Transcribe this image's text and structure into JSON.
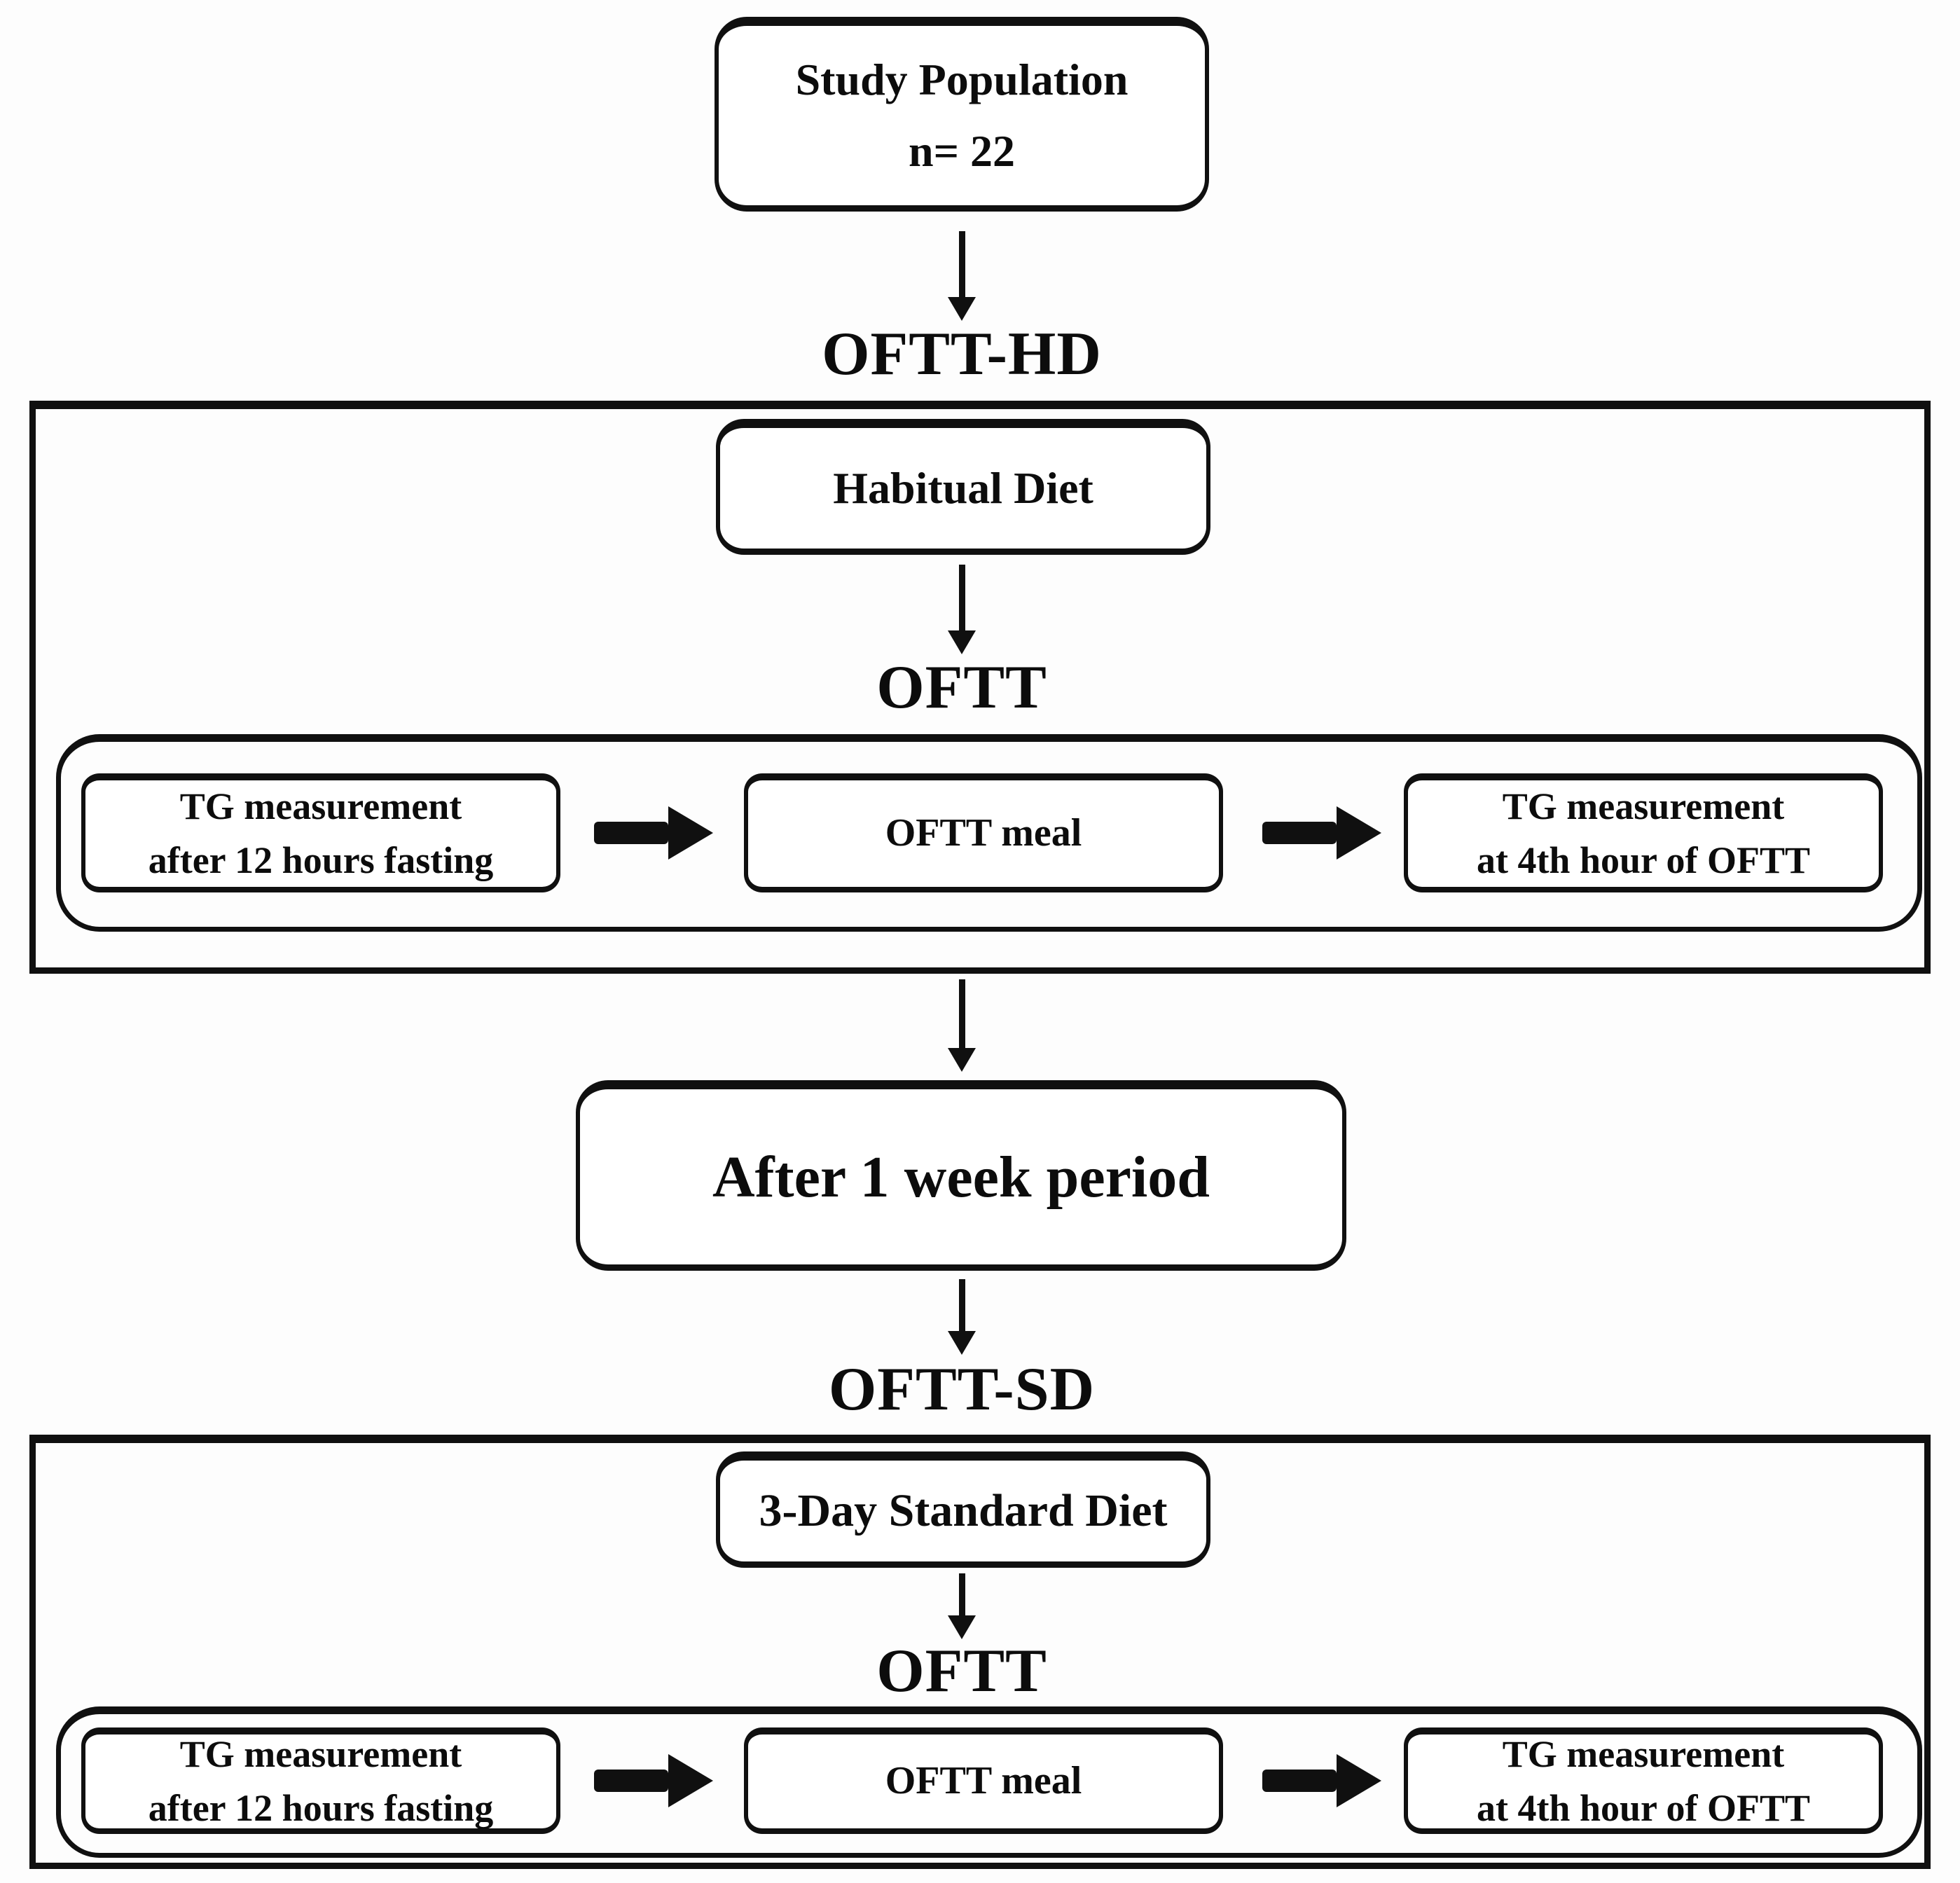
{
  "study_box": {
    "line1": "Study Population",
    "line2": "n= 22"
  },
  "after_box": {
    "label": "After 1 week period"
  },
  "sections": [
    {
      "label": "OFTT-HD",
      "diet": "Habitual Diet",
      "oftt": "OFTT",
      "steps": [
        [
          "TG measurement",
          "after 12 hours fasting"
        ],
        [
          "OFTT meal"
        ],
        [
          "TG measurement",
          "at 4th hour of OFTT"
        ]
      ]
    },
    {
      "label": "OFTT-SD",
      "diet": "3-Day Standard Diet",
      "oftt": "OFTT",
      "steps": [
        [
          "TG measurement",
          "after 12 hours fasting"
        ],
        [
          "OFTT meal"
        ],
        [
          "TG measurement",
          "at 4th hour of OFTT"
        ]
      ]
    }
  ],
  "colors": {
    "ink": "#101010",
    "paper": "#fdfdfd"
  }
}
